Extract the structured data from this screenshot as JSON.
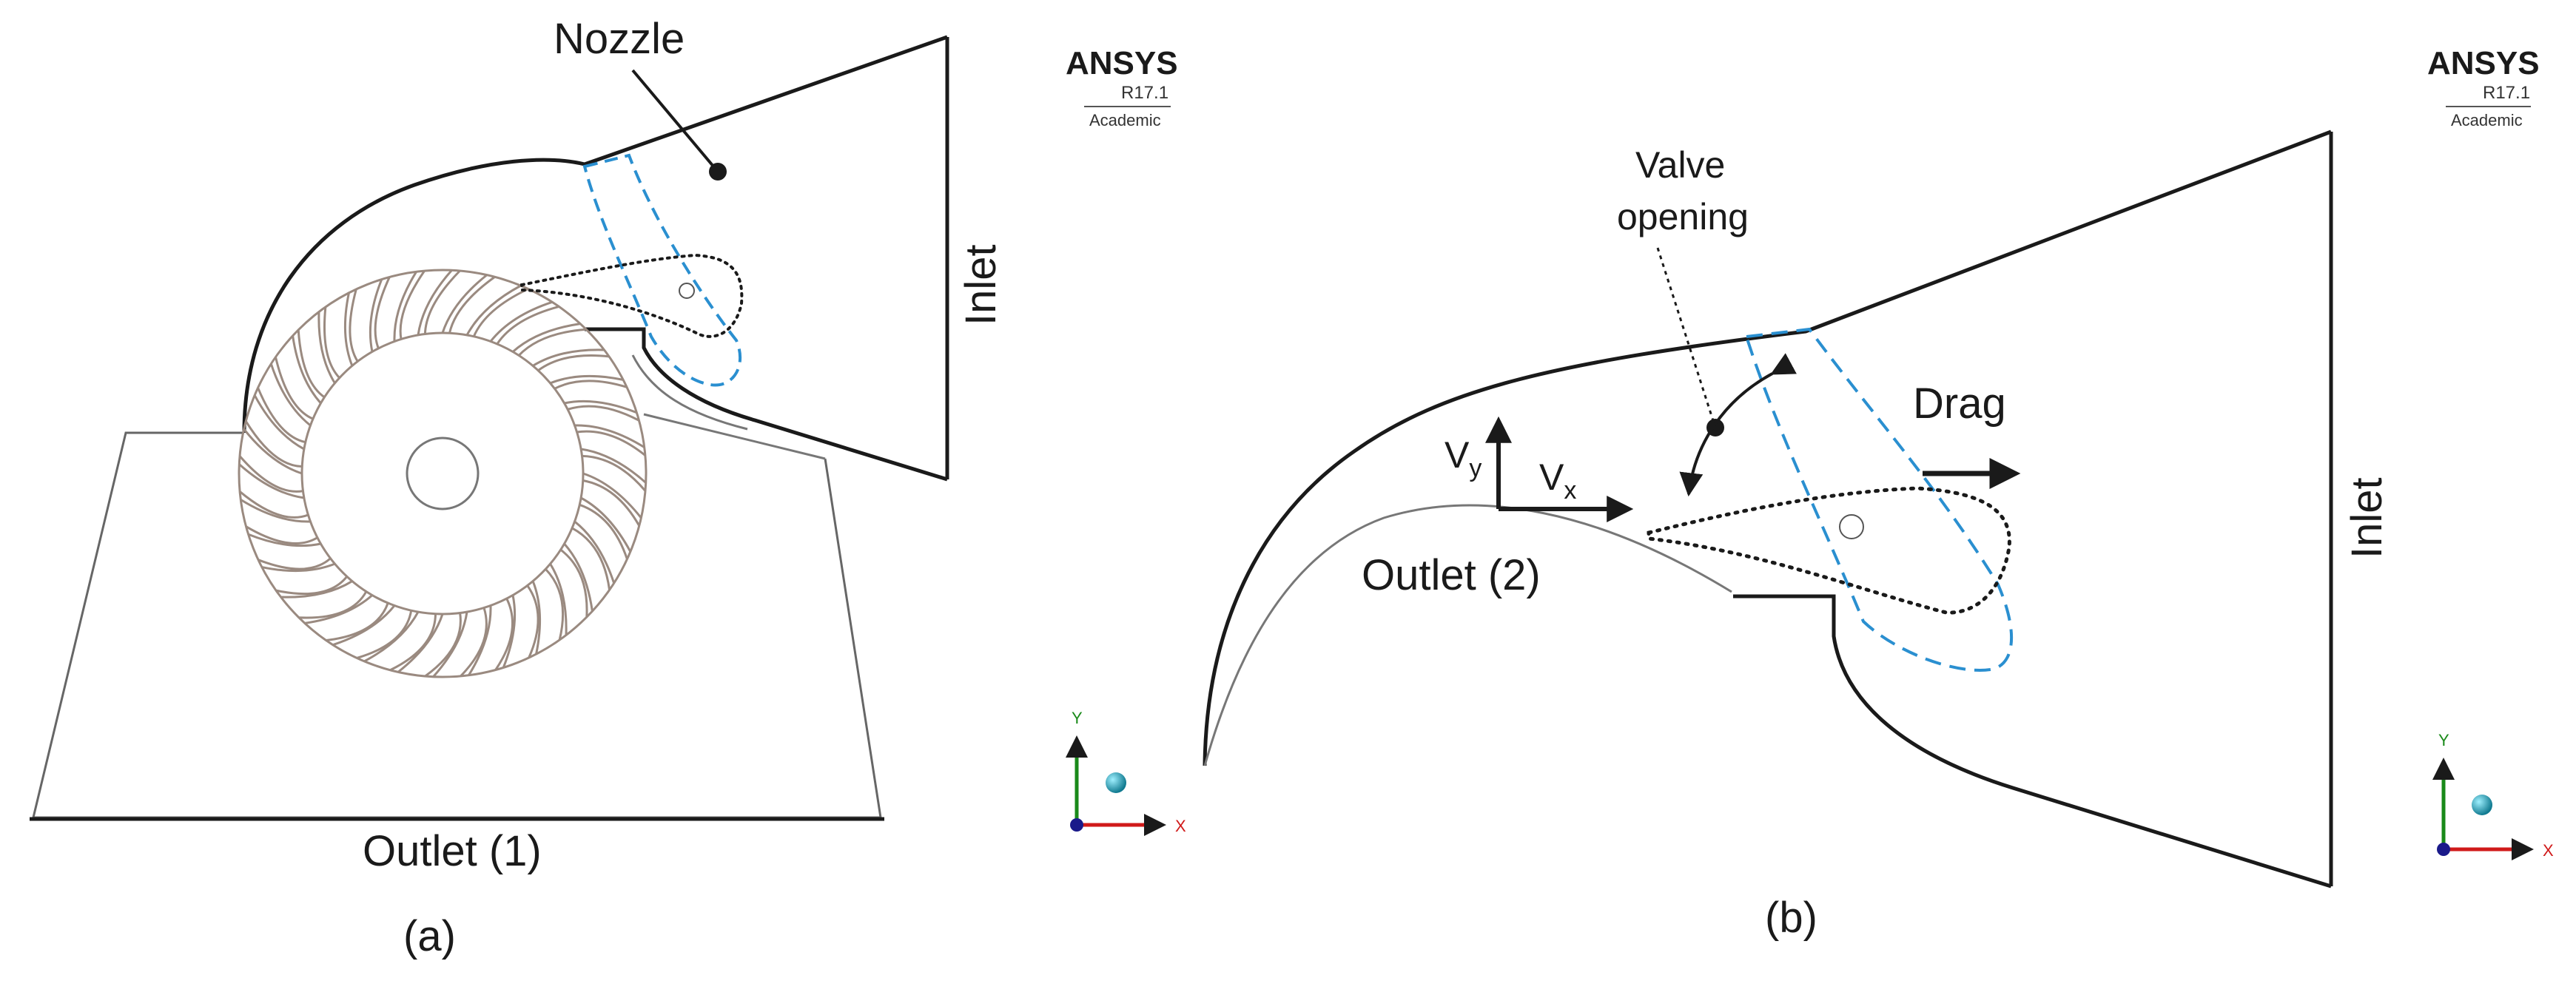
{
  "panel_a": {
    "caption": "(a)",
    "labels": {
      "nozzle": "Nozzle",
      "inlet": "Inlet",
      "outlet": "Outlet (1)"
    },
    "watermark": {
      "brand": "ANSYS",
      "version": "R17.1",
      "edition": "Academic"
    },
    "triad": {
      "y": "Y",
      "x": "X"
    }
  },
  "panel_b": {
    "caption": "(b)",
    "labels": {
      "valve_opening_line1": "Valve",
      "valve_opening_line2": "opening",
      "drag": "Drag",
      "inlet": "Inlet",
      "outlet": "Outlet (2)",
      "vy": "V",
      "vy_sub": "y",
      "vx": "V",
      "vx_sub": "x"
    },
    "watermark": {
      "brand": "ANSYS",
      "version": "R17.1",
      "edition": "Academic"
    },
    "triad": {
      "y": "Y",
      "x": "X"
    }
  },
  "colors": {
    "outline": "#1a1a1a",
    "valve_dashed": "#2a8fd0",
    "impeller": "#9a8a80",
    "axis_y": "#1a8a1a",
    "axis_x": "#d01a1a",
    "axis_origin": "#1a1a8a",
    "sphere": "#1aa0b8"
  }
}
